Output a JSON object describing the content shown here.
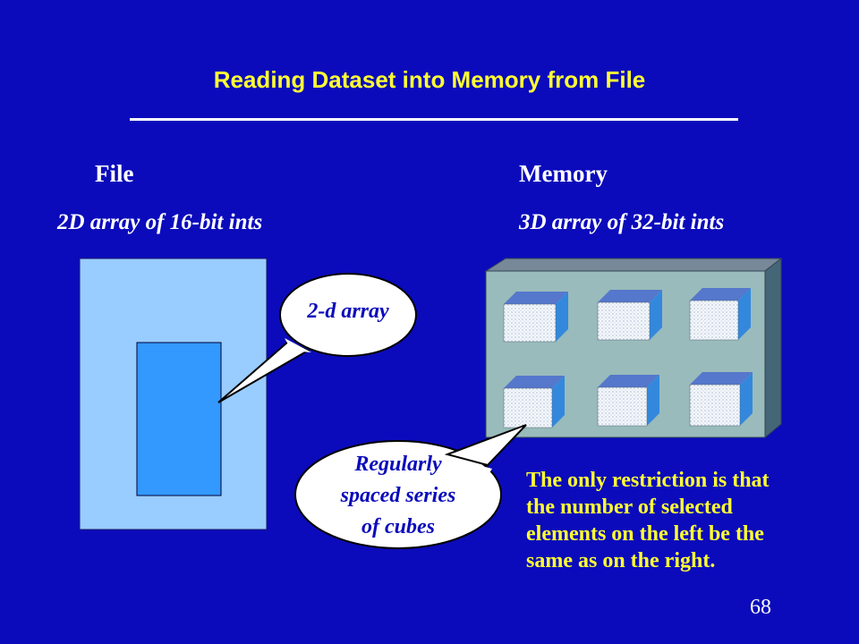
{
  "slide": {
    "title": "Reading Dataset into Memory from File",
    "page_number": "68"
  },
  "file": {
    "heading": "File",
    "description": "2D array of 16-bit ints",
    "callout": "2-d array"
  },
  "memory": {
    "heading": "Memory",
    "description": "3D array of 32-bit ints",
    "callout_lines": [
      "Regularly",
      "spaced series",
      "of cubes"
    ]
  },
  "note_lines": [
    "The only restriction is that",
    "the number of selected",
    "elements on the left be the",
    "same as on the right."
  ],
  "colors": {
    "background": "#0b0bbb",
    "title": "#ffff33",
    "file_outer": "#99ccff",
    "file_inner": "#3399ff",
    "memory_box": "#99bbbb",
    "cube_side": "#3388dd"
  }
}
